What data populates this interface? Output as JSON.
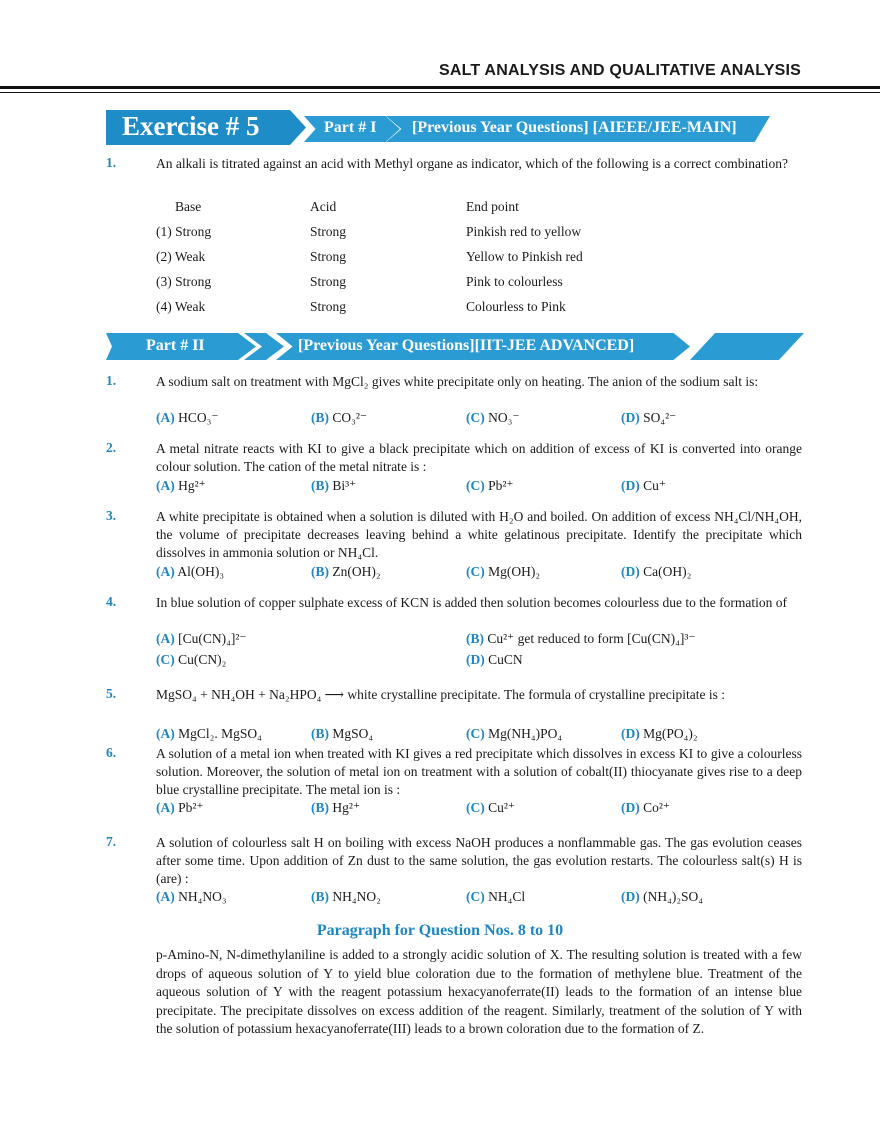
{
  "header": {
    "title": "SALT ANALYSIS AND QUALITATIVE ANALYSIS"
  },
  "exercise": {
    "title": "Exercise # 5",
    "part1_label": "Part # I",
    "part1_title": "[Previous Year Questions] [AIEEE/JEE-MAIN]",
    "part2_label": "Part # II",
    "part2_title": "[Previous Year Questions][IIT-JEE ADVANCED]"
  },
  "part1_q1": {
    "num": "1.",
    "text": "An alkali is titrated against an acid with Methyl organe as indicator, which of the following is a correct combination?",
    "headers": [
      "Base",
      "Acid",
      "End point"
    ],
    "rows": [
      [
        "(1) Strong",
        "Strong",
        "Pinkish red to yellow"
      ],
      [
        "(2) Weak",
        "Strong",
        "Yellow to Pinkish red"
      ],
      [
        "(3) Strong",
        "Strong",
        "Pink to colourless"
      ],
      [
        "(4) Weak",
        "Strong",
        "Colourless to Pink"
      ]
    ]
  },
  "labels": {
    "a": "(A)",
    "b": "(B)",
    "c": "(C)",
    "d": "(D)"
  },
  "part2": {
    "q1": {
      "num": "1.",
      "text": "A sodium salt on treatment with MgCl₂ gives white precipitate only on heating. The anion of the sodium salt is:",
      "a": "HCO₃⁻",
      "b": "CO₃²⁻",
      "c": "NO₃⁻",
      "d": "SO₄²⁻"
    },
    "q2": {
      "num": "2.",
      "text": "A metal nitrate reacts with KI to give a black precipitate which on addition of excess of KI is converted into orange colour solution. The cation of the metal nitrate is :",
      "a": "Hg²⁺",
      "b": "Bi³⁺",
      "c": "Pb²⁺",
      "d": "Cu⁺"
    },
    "q3": {
      "num": "3.",
      "text": "A white precipitate is obtained when a solution is diluted with H₂O and boiled. On addition of excess NH₄Cl/NH₄OH, the volume of precipitate decreases leaving behind a white gelatinous precipitate. Identify the precipitate which dissolves in ammonia solution or NH₄Cl.",
      "a": "Al(OH)₃",
      "b": "Zn(OH)₂",
      "c": "Mg(OH)₂",
      "d": "Ca(OH)₂"
    },
    "q4": {
      "num": "4.",
      "text": "In blue solution of copper sulphate excess of KCN is added then solution becomes colourless due to the formation of",
      "a": "[Cu(CN)₄]²⁻",
      "b": "Cu²⁺ get reduced to form [Cu(CN)₄]³⁻",
      "c": "Cu(CN)₂",
      "d": "CuCN"
    },
    "q5": {
      "num": "5.",
      "text": "MgSO₄ + NH₄OH + Na₂HPO₄ ⟶ white crystalline precipitate. The formula of crystalline precipitate is :",
      "a": "MgCl₂. MgSO₄",
      "b": "MgSO₄",
      "c": "Mg(NH₄)PO₄",
      "d": "Mg(PO₄)₂"
    },
    "q6": {
      "num": "6.",
      "text": "A solution of a metal ion when treated with KI gives a red precipitate which dissolves in excess KI to give a colourless solution. Moreover, the solution of metal ion on treatment with a solution of cobalt(II) thiocyanate gives rise to a deep blue crystalline precipitate. The metal ion is :",
      "a": "Pb²⁺",
      "b": "Hg²⁺",
      "c": "Cu²⁺",
      "d": "Co²⁺"
    },
    "q7": {
      "num": "7.",
      "text": "A solution of colourless salt H on boiling with excess NaOH produces a nonflammable gas. The gas evolution ceases after some time. Upon addition of Zn dust to the same solution, the gas evolution restarts. The colourless salt(s) H is (are) :",
      "a": "NH₄NO₃",
      "b": "NH₄NO₂",
      "c": "NH₄Cl",
      "d": "(NH₄)₂SO₄"
    }
  },
  "paragraph": {
    "heading": "Paragraph for Question Nos. 8 to 10",
    "text": "p-Amino-N, N-dimethylaniline is added to a strongly acidic solution of X. The resulting solution is treated with a few drops of aqueous solution of Y to yield blue coloration due to the formation of methylene blue. Treatment of the aqueous solution of Y with the reagent potassium hexacyanoferrate(II) leads to the formation of an intense blue precipitate. The precipitate dissolves on excess addition of the reagent. Similarly, treatment of the solution of Y with the solution of potassium hexacyanoferrate(III) leads to a brown coloration due to the formation of Z."
  }
}
